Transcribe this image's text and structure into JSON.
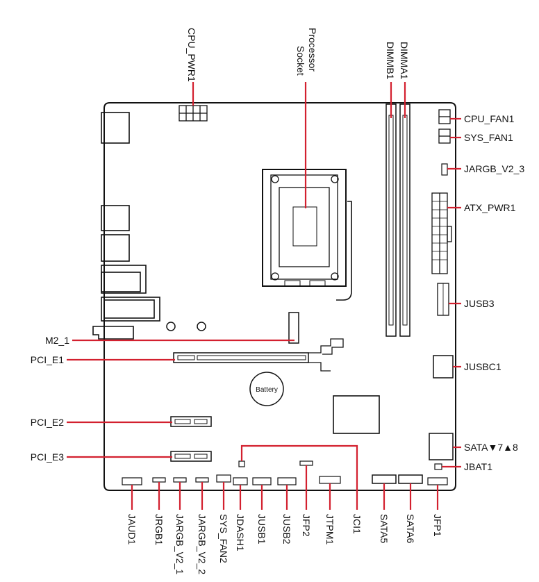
{
  "diagram": {
    "leader_color": "#d3202f",
    "outline_color": "#111111",
    "top_labels": {
      "cpu_pwr1": "CPU_PWR1",
      "processor_socket_line1": "Processor",
      "processor_socket_line2": "Socket",
      "dimmb1": "DIMMB1",
      "dimma1": "DIMMA1"
    },
    "right_labels": {
      "cpu_fan1": "CPU_FAN1",
      "sys_fan1": "SYS_FAN1",
      "jargb_v2_3": "JARGB_V2_3",
      "atx_pwr1": "ATX_PWR1",
      "jusb3": "JUSB3",
      "jusbc1": "JUSBC1",
      "sata78": "SATA▼7▲8",
      "jbat1": "JBAT1"
    },
    "left_labels": {
      "m2_1": "M2_1",
      "pci_e1": "PCI_E1",
      "pci_e2": "PCI_E2",
      "pci_e3": "PCI_E3"
    },
    "bottom_labels": {
      "jaud1": "JAUD1",
      "jrgb1": "JRGB1",
      "jargb_v2_1": "JARGB_V2_1",
      "jargb_v2_2": "JARGB_V2_2",
      "sys_fan2": "SYS_FAN2",
      "jdash1": "JDASH1",
      "jusb1": "JUSB1",
      "jusb2": "JUSB2",
      "jfp2": "JFP2",
      "jtpm1": "JTPM1",
      "jci1": "JCI1",
      "sata5": "SATA5",
      "sata6": "SATA6",
      "jfp1": "JFP1"
    },
    "battery_label": "Battery"
  }
}
